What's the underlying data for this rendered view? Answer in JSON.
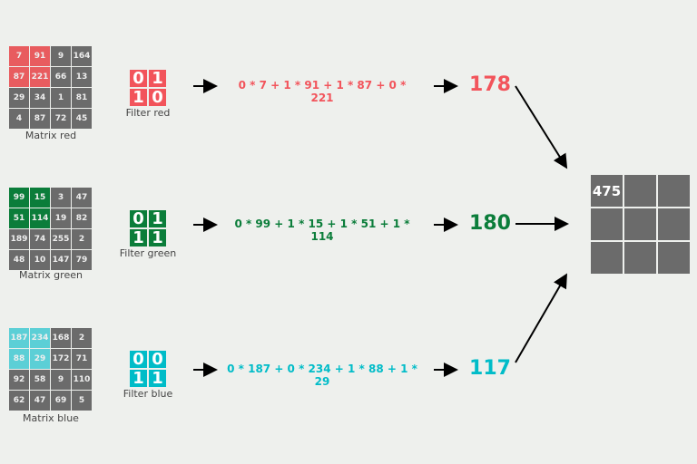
{
  "colors": {
    "red": "#e85c5f",
    "red_filter": "#f2545b",
    "green": "#0b7d3a",
    "blue": "#5ccfd6",
    "blue_filter": "#00bcc8",
    "gray": "#6b6b6b"
  },
  "rows": [
    {
      "id": "red",
      "matrix": [
        [
          "7",
          "91",
          "9",
          "164"
        ],
        [
          "87",
          "221",
          "66",
          "13"
        ],
        [
          "29",
          "34",
          "1",
          "81"
        ],
        [
          "4",
          "87",
          "72",
          "45"
        ]
      ],
      "matrix_label": "Matrix red",
      "filter": [
        "0",
        "1",
        "1",
        "0"
      ],
      "filter_label": "Filter red",
      "formula": "0 * 7 + 1 * 91 + 1 * 87 + 0 * 221",
      "result": "178"
    },
    {
      "id": "green",
      "matrix": [
        [
          "99",
          "15",
          "3",
          "47"
        ],
        [
          "51",
          "114",
          "19",
          "82"
        ],
        [
          "189",
          "74",
          "255",
          "2"
        ],
        [
          "48",
          "10",
          "147",
          "79"
        ]
      ],
      "matrix_label": "Matrix green",
      "filter": [
        "0",
        "1",
        "1",
        "1"
      ],
      "filter_label": "Filter green",
      "formula": "0 * 99 + 1 * 15 + 1 * 51 + 1 * 114",
      "result": "180"
    },
    {
      "id": "blue",
      "matrix": [
        [
          "187",
          "234",
          "168",
          "2"
        ],
        [
          "88",
          "29",
          "172",
          "71"
        ],
        [
          "92",
          "58",
          "9",
          "110"
        ],
        [
          "62",
          "47",
          "69",
          "5"
        ]
      ],
      "matrix_label": "Matrix blue",
      "filter": [
        "0",
        "0",
        "1",
        "1"
      ],
      "filter_label": "Filter blue",
      "formula": "0 * 187 + 0 * 234 + 1 * 88 + 1 * 29",
      "result": "117"
    }
  ],
  "output": [
    "475",
    "",
    "",
    "",
    "",
    "",
    "",
    "",
    ""
  ]
}
